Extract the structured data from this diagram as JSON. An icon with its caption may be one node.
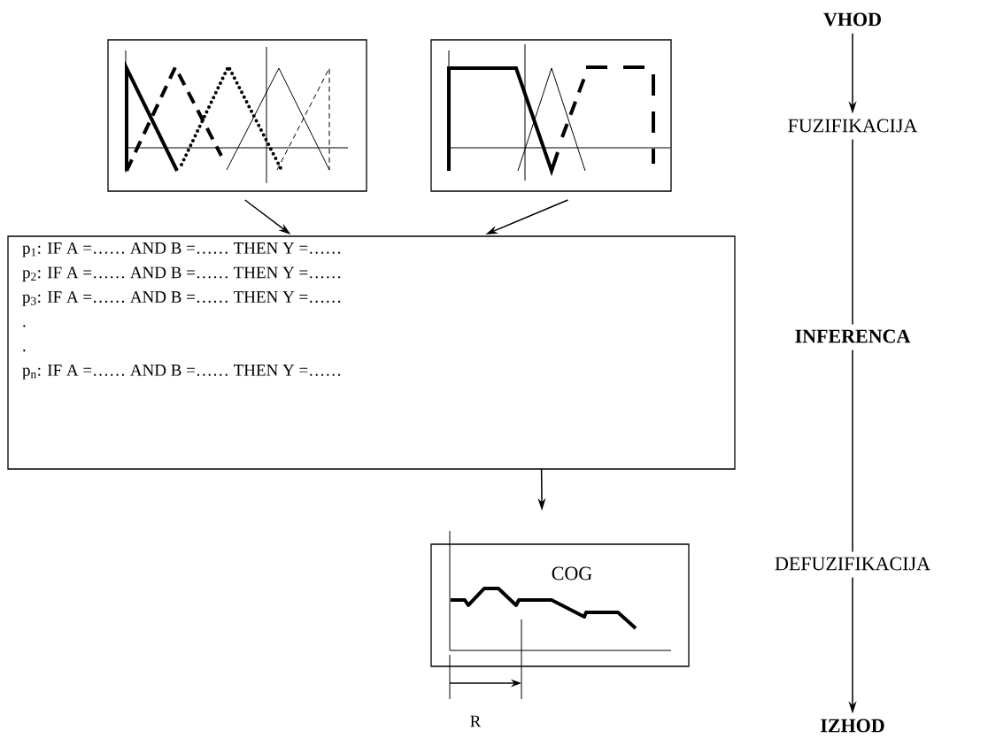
{
  "diagram": {
    "nodes": [
      {
        "text": [],
        "shape": "box"
      },
      {
        "text": [],
        "shape": "box"
      },
      {
        "text": [
          "p$_{1}$:  IF A =……  AND B =……  THEN Y =……",
          "p$_{2}$:  IF A =……  AND B =……  THEN Y =……",
          "p$_{3}$:  IF A =……  AND B =……  THEN Y =……",
          ".",
          ".",
          "p$_{n}$:  IF A =……  AND B =…… THEN Y =……"
        ]
      },
      {
        "text": [
          "COG"
        ]
      },
      {
        "text": [
          "VHOD"
        ]
      },
      {
        "text": [
          "FUZIFIKACIJA"
        ]
      },
      {
        "text": [
          "INFERENCA"
        ]
      },
      {
        "text": [
          "DEFUZIFIKACIJA"
        ]
      },
      {
        "text": [
          "IZHOD"
        ]
      }
    ],
    "edges": [
      {
        "from": 0,
        "to": 2,
        "arrow": "to"
      },
      {
        "from": 1,
        "to": 2,
        "arrow": "to"
      },
      {
        "from": 2,
        "to": 3,
        "arrow": "to"
      },
      {
        "from": 4,
        "to": 5,
        "arrow": "to"
      },
      {
        "from": 5,
        "to": 6,
        "arrow": "none"
      },
      {
        "from": 6,
        "to": 7,
        "arrow": "none"
      },
      {
        "from": 7,
        "to": 8,
        "arrow": "to"
      }
    ],
    "labels": [
      "R"
    ]
  }
}
